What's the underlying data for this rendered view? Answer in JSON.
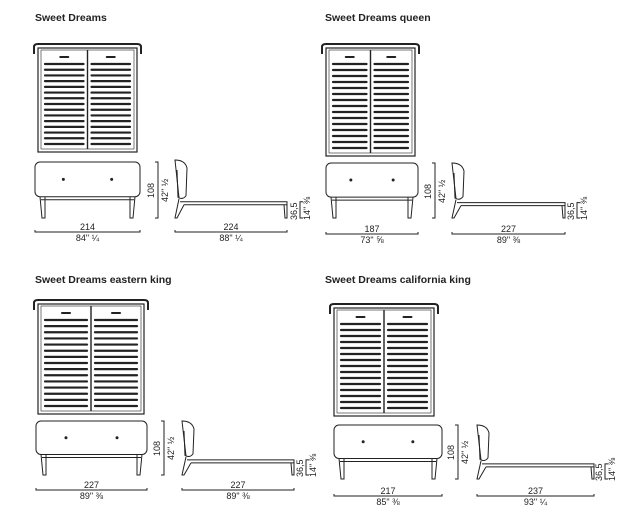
{
  "models": [
    {
      "title": "Sweet Dreams",
      "width_cm": "214",
      "width_in": "84\" ¼",
      "length_cm": "224",
      "length_in": "88\" ¼",
      "height_cm": "108",
      "height_in": "42\" ½",
      "seat_cm": "36,5",
      "seat_in": "14\" ⅜"
    },
    {
      "title": "Sweet Dreams queen",
      "width_cm": "187",
      "width_in": "73\" ⅝",
      "length_cm": "227",
      "length_in": "89\" ⅜",
      "height_cm": "108",
      "height_in": "42\" ½",
      "seat_cm": "36,5",
      "seat_in": "14\" ⅜"
    },
    {
      "title": "Sweet Dreams eastern king",
      "width_cm": "227",
      "width_in": "89\" ⅜",
      "length_cm": "227",
      "length_in": "89\" ⅜",
      "height_cm": "108",
      "height_in": "42\" ½",
      "seat_cm": "36,5",
      "seat_in": "14\" ⅜"
    },
    {
      "title": "Sweet Dreams california king",
      "width_cm": "217",
      "width_in": "85\" ⅜",
      "length_cm": "237",
      "length_in": "93\" ¼",
      "height_cm": "108",
      "height_in": "42\" ½",
      "seat_cm": "36,5",
      "seat_in": "14\" ⅜"
    }
  ]
}
